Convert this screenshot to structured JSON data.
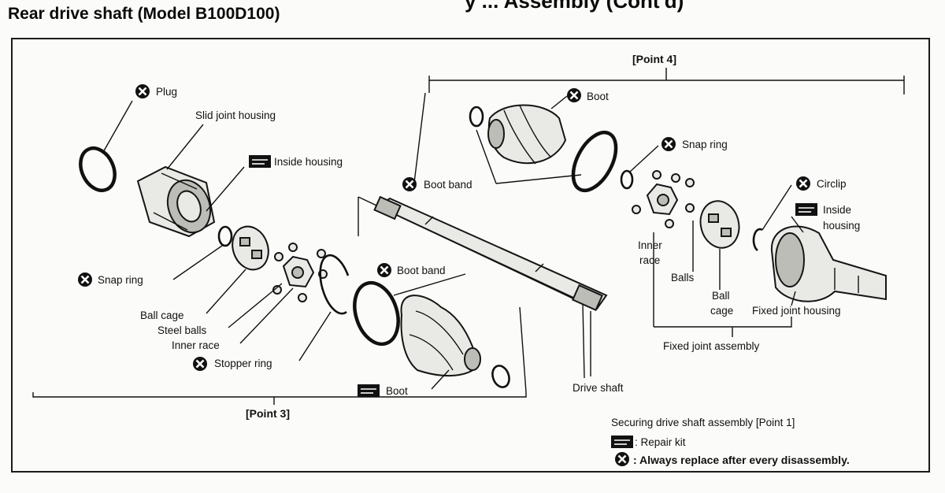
{
  "header": {
    "title": "Rear drive shaft (Model B100D100)",
    "cut_off_text": "y ... Assembly (Cont'd)"
  },
  "labels": {
    "point4": "[Point 4]",
    "point3": "[Point 3]",
    "plug": "Plug",
    "slid_joint_housing": "Slid joint housing",
    "inside_housing_left": "Inside housing",
    "snap_ring_left": "Snap ring",
    "ball_cage_left": "Ball cage",
    "steel_balls": "Steel balls",
    "inner_race_left": "Inner race",
    "stopper_ring": "Stopper ring",
    "boot_band_lower": "Boot band",
    "boot_lower": "Boot",
    "boot_band_upper": "Boot band",
    "boot_upper": "Boot",
    "snap_ring_right": "Snap ring",
    "circlip": "Circlip",
    "inside_housing_right_1": "Inside",
    "inside_housing_right_2": "housing",
    "inner_race_right_1": "Inner",
    "inner_race_right_2": "race",
    "balls": "Balls",
    "ball_cage_right_1": "Ball",
    "ball_cage_right_2": "cage",
    "fixed_joint_housing": "Fixed joint housing",
    "fixed_joint_assembly": "Fixed joint assembly",
    "drive_shaft": "Drive shaft"
  },
  "legend": {
    "securing_note": "Securing drive shaft assembly [Point 1]",
    "repair_kit": ": Repair kit",
    "always_replace": ": Always replace after every disassembly."
  },
  "icons": {
    "replace_symbol": "x-circle-icon",
    "repair_kit_symbol": "repair-kit-icon"
  },
  "colors": {
    "ink": "#111111",
    "paper": "#fbfbf9"
  }
}
